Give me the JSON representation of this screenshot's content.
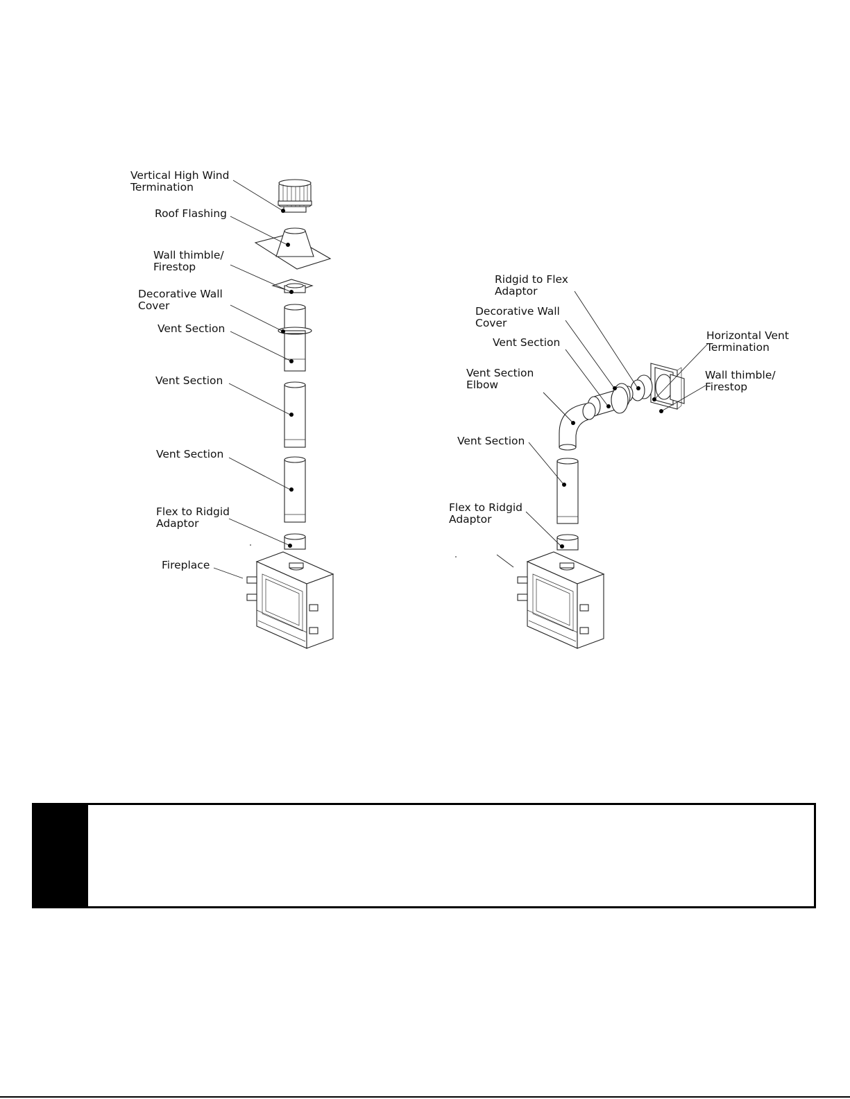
{
  "vertical": {
    "labels": [
      {
        "line1": "Vertical High Wind",
        "line2": "Termination"
      },
      {
        "line1": "Roof Flashing",
        "line2": ""
      },
      {
        "line1": "Wall thimble/",
        "line2": "Firestop"
      },
      {
        "line1": "Decorative Wall",
        "line2": "Cover"
      },
      {
        "line1": "Vent Section",
        "line2": ""
      },
      {
        "line1": "Vent Section",
        "line2": ""
      },
      {
        "line1": "Vent Section",
        "line2": ""
      },
      {
        "line1": "Flex to Ridgid",
        "line2": "Adaptor"
      },
      {
        "line1": "Fireplace",
        "line2": ""
      }
    ]
  },
  "horizontal": {
    "labels": [
      {
        "line1": "Ridgid to Flex",
        "line2": "Adaptor"
      },
      {
        "line1": "Decorative Wall",
        "line2": "Cover"
      },
      {
        "line1": "Vent Section",
        "line2": ""
      },
      {
        "line1": "Horizontal Vent",
        "line2": "Termination"
      },
      {
        "line1": "Vent Section",
        "line2": "Elbow"
      },
      {
        "line1": "Wall thimble/",
        "line2": "Firestop"
      },
      {
        "line1": "Vent Section",
        "line2": ""
      },
      {
        "line1": "Flex to Ridgid",
        "line2": "Adaptor"
      }
    ]
  }
}
